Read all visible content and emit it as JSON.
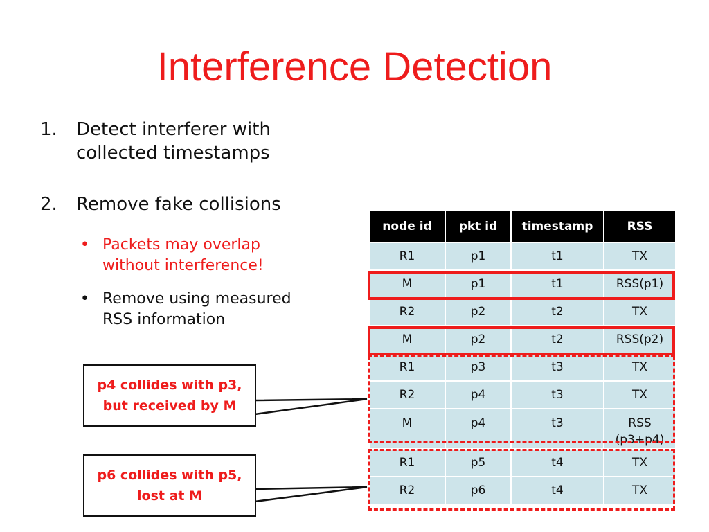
{
  "title": "Interference Detection",
  "steps": [
    {
      "num": "1.",
      "lines": [
        "Detect interferer with",
        "collected timestamps"
      ]
    },
    {
      "num": "2.",
      "lines": [
        "Remove fake collisions"
      ]
    }
  ],
  "bullets": [
    {
      "marker": "•",
      "lines": [
        "Packets may overlap",
        "without interference!"
      ],
      "color": "#ee1c1c"
    },
    {
      "marker": "•",
      "lines": [
        "Remove using measured",
        "RSS information"
      ],
      "color": "#111111"
    }
  ],
  "table": {
    "headers": [
      "node id",
      "pkt id",
      "timestamp",
      "RSS"
    ],
    "rows": [
      [
        "R1",
        "p1",
        "t1",
        "TX"
      ],
      [
        "M",
        "p1",
        "t1",
        "RSS(p1)"
      ],
      [
        "R2",
        "p2",
        "t2",
        "TX"
      ],
      [
        "M",
        "p2",
        "t2",
        "RSS(p2)"
      ],
      [
        "R1",
        "p3",
        "t3",
        "TX"
      ],
      [
        "R2",
        "p4",
        "t3",
        "TX"
      ],
      [
        "M",
        "p4",
        "t3",
        "RSS",
        "(p3+p4)"
      ],
      [
        "R1",
        "p5",
        "t4",
        "TX"
      ],
      [
        "R2",
        "p6",
        "t4",
        "TX"
      ]
    ]
  },
  "callouts": [
    {
      "lines": [
        "p4 collides with p3,",
        "but received by M"
      ]
    },
    {
      "lines": [
        "p6 collides with p5,",
        "lost at M"
      ]
    }
  ],
  "colors": {
    "accent": "#ee1c1c",
    "header_bg": "#000000",
    "cell_bg": "#cde4ea"
  }
}
